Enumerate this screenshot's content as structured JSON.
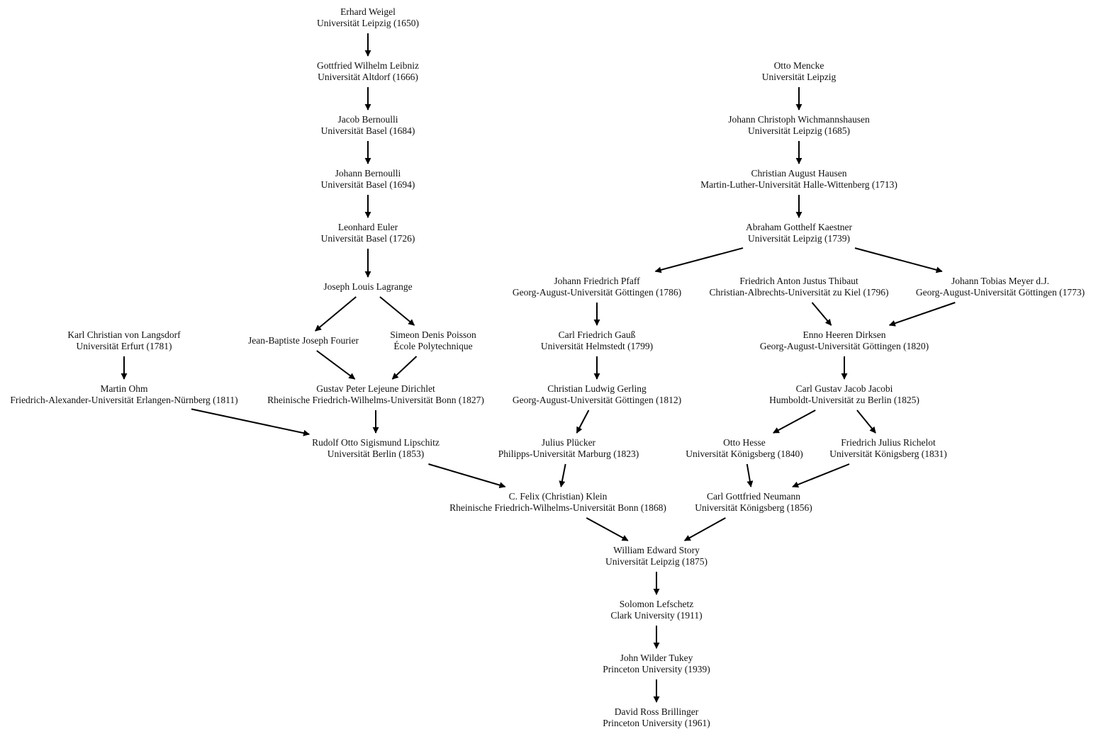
{
  "nodes": {
    "weigel": {
      "name": "Erhard  Weigel",
      "detail": "Universität Leipzig (1650)"
    },
    "leibniz": {
      "name": "Gottfried Wilhelm Leibniz",
      "detail": "Universität Altdorf (1666)"
    },
    "jbernoulli": {
      "name": "Jacob  Bernoulli",
      "detail": "Universität Basel (1684)"
    },
    "johbernoulli": {
      "name": "Johann  Bernoulli",
      "detail": "Universität Basel (1694)"
    },
    "euler": {
      "name": "Leonhard  Euler",
      "detail": "Universität Basel (1726)"
    },
    "lagrange": {
      "name": "Joseph Louis Lagrange",
      "detail": ""
    },
    "fourier": {
      "name": "Jean-Baptiste Joseph Fourier",
      "detail": ""
    },
    "poisson": {
      "name": "Simeon Denis Poisson",
      "detail": "École Polytechnique"
    },
    "langsdorf": {
      "name": "Karl Christian von Langsdorf",
      "detail": "Universität Erfurt (1781)"
    },
    "ohm": {
      "name": "Martin  Ohm",
      "detail": "Friedrich-Alexander-Universität Erlangen-Nürnberg (1811)"
    },
    "dirichlet": {
      "name": "Gustav Peter Lejeune Dirichlet",
      "detail": "Rheinische Friedrich-Wilhelms-Universität Bonn (1827)"
    },
    "lipschitz": {
      "name": "Rudolf Otto Sigismund Lipschitz",
      "detail": "Universität Berlin (1853)"
    },
    "mencke": {
      "name": "Otto  Mencke",
      "detail": "Universität Leipzig"
    },
    "wichmannshausen": {
      "name": "Johann Christoph Wichmannshausen",
      "detail": "Universität Leipzig (1685)"
    },
    "hausen": {
      "name": "Christian August Hausen",
      "detail": "Martin-Luther-Universität Halle-Wittenberg (1713)"
    },
    "kaestner": {
      "name": "Abraham Gotthelf Kaestner",
      "detail": "Universität Leipzig (1739)"
    },
    "pfaff": {
      "name": "Johann Friedrich Pfaff",
      "detail": "Georg-August-Universität Göttingen (1786)"
    },
    "thibaut": {
      "name": "Friedrich Anton Justus Thibaut",
      "detail": "Christian-Albrechts-Universität zu Kiel (1796)"
    },
    "meyer": {
      "name": "Johann Tobias Meyer d.J.",
      "detail": "Georg-August-Universität Göttingen (1773)"
    },
    "gauss": {
      "name": "Carl Friedrich Gauß",
      "detail": "Universität Helmstedt (1799)"
    },
    "dirksen": {
      "name": "Enno Heeren Dirksen",
      "detail": "Georg-August-Universität Göttingen (1820)"
    },
    "gerling": {
      "name": "Christian Ludwig Gerling",
      "detail": "Georg-August-Universität Göttingen (1812)"
    },
    "jacobi": {
      "name": "Carl Gustav Jacob Jacobi",
      "detail": "Humboldt-Universität zu Berlin (1825)"
    },
    "pluecker": {
      "name": "Julius  Plücker",
      "detail": "Philipps-Universität Marburg (1823)"
    },
    "hesse": {
      "name": "Otto  Hesse",
      "detail": "Universität Königsberg (1840)"
    },
    "richelot": {
      "name": "Friedrich Julius Richelot",
      "detail": "Universität Königsberg (1831)"
    },
    "klein": {
      "name": "C. Felix (Christian) Klein",
      "detail": "Rheinische Friedrich-Wilhelms-Universität Bonn (1868)"
    },
    "neumann": {
      "name": "Carl Gottfried Neumann",
      "detail": "Universität Königsberg (1856)"
    },
    "story": {
      "name": "William Edward Story",
      "detail": "Universität Leipzig (1875)"
    },
    "lefschetz": {
      "name": "Solomon  Lefschetz",
      "detail": "Clark University (1911)"
    },
    "tukey": {
      "name": "John Wilder Tukey",
      "detail": "Princeton University (1939)"
    },
    "brillinger": {
      "name": "David Ross Brillinger",
      "detail": "Princeton University (1961)"
    }
  },
  "edges": [
    [
      "weigel",
      "leibniz"
    ],
    [
      "leibniz",
      "jbernoulli"
    ],
    [
      "jbernoulli",
      "johbernoulli"
    ],
    [
      "johbernoulli",
      "euler"
    ],
    [
      "euler",
      "lagrange"
    ],
    [
      "lagrange",
      "fourier"
    ],
    [
      "lagrange",
      "poisson"
    ],
    [
      "fourier",
      "dirichlet"
    ],
    [
      "poisson",
      "dirichlet"
    ],
    [
      "langsdorf",
      "ohm"
    ],
    [
      "ohm",
      "lipschitz"
    ],
    [
      "dirichlet",
      "lipschitz"
    ],
    [
      "lipschitz",
      "klein"
    ],
    [
      "mencke",
      "wichmannshausen"
    ],
    [
      "wichmannshausen",
      "hausen"
    ],
    [
      "hausen",
      "kaestner"
    ],
    [
      "kaestner",
      "pfaff"
    ],
    [
      "kaestner",
      "meyer"
    ],
    [
      "pfaff",
      "gauss"
    ],
    [
      "gauss",
      "gerling"
    ],
    [
      "gerling",
      "pluecker"
    ],
    [
      "pluecker",
      "klein"
    ],
    [
      "thibaut",
      "dirksen"
    ],
    [
      "meyer",
      "dirksen"
    ],
    [
      "dirksen",
      "jacobi"
    ],
    [
      "jacobi",
      "hesse"
    ],
    [
      "jacobi",
      "richelot"
    ],
    [
      "hesse",
      "neumann"
    ],
    [
      "richelot",
      "neumann"
    ],
    [
      "klein",
      "story"
    ],
    [
      "neumann",
      "story"
    ],
    [
      "story",
      "lefschetz"
    ],
    [
      "lefschetz",
      "tukey"
    ],
    [
      "tukey",
      "brillinger"
    ]
  ]
}
